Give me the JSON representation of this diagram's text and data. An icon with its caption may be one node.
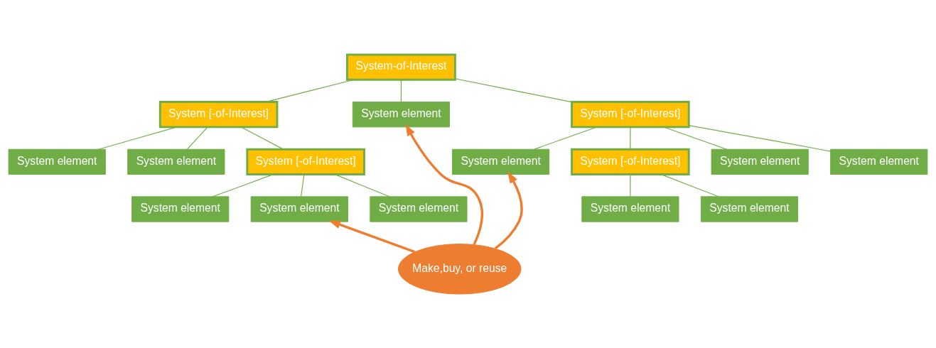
{
  "diagram": {
    "nodes": [
      {
        "text": [
          "System-of-Interest"
        ]
      },
      {
        "text": [
          "System [-of-Interest]"
        ]
      },
      {
        "text": [
          "System element"
        ]
      },
      {
        "text": [
          "System [-of-Interest]"
        ]
      },
      {
        "text": [
          "System element"
        ]
      },
      {
        "text": [
          "System element"
        ]
      },
      {
        "text": [
          "System [-of-Interest]"
        ]
      },
      {
        "text": [
          "System element"
        ]
      },
      {
        "text": [
          "System element"
        ]
      },
      {
        "text": [
          "System element"
        ]
      },
      {
        "text": [
          "System element"
        ]
      },
      {
        "text": [
          "System [-of-Interest]"
        ]
      },
      {
        "text": [
          "System element"
        ]
      },
      {
        "text": [
          "System element"
        ]
      },
      {
        "text": [
          "System element"
        ]
      },
      {
        "text": [
          "System element"
        ]
      },
      {
        "text": [
          "Make,buy, or reuse"
        ]
      }
    ],
    "edges": [
      {
        "from": 0,
        "to": 1,
        "arrow": "none"
      },
      {
        "from": 0,
        "to": 2,
        "arrow": "none"
      },
      {
        "from": 0,
        "to": 3,
        "arrow": "none"
      },
      {
        "from": 1,
        "to": 4,
        "arrow": "none"
      },
      {
        "from": 1,
        "to": 5,
        "arrow": "none"
      },
      {
        "from": 1,
        "to": 6,
        "arrow": "none"
      },
      {
        "from": 6,
        "to": 7,
        "arrow": "none"
      },
      {
        "from": 6,
        "to": 8,
        "arrow": "none"
      },
      {
        "from": 6,
        "to": 9,
        "arrow": "none"
      },
      {
        "from": 3,
        "to": 10,
        "arrow": "none"
      },
      {
        "from": 3,
        "to": 11,
        "arrow": "none"
      },
      {
        "from": 3,
        "to": 12,
        "arrow": "none"
      },
      {
        "from": 3,
        "to": 13,
        "arrow": "none"
      },
      {
        "from": 11,
        "to": 14,
        "arrow": "none"
      },
      {
        "from": 11,
        "to": 15,
        "arrow": "none"
      },
      {
        "from": 16,
        "to": 8,
        "arrow": "to",
        "style": "thick",
        "color": "#ed7d31"
      },
      {
        "from": 16,
        "to": 2,
        "arrow": "to",
        "style": "thick",
        "color": "#ed7d31"
      },
      {
        "from": 16,
        "to": 10,
        "arrow": "to",
        "style": "thick",
        "color": "#ed7d31"
      }
    ]
  }
}
